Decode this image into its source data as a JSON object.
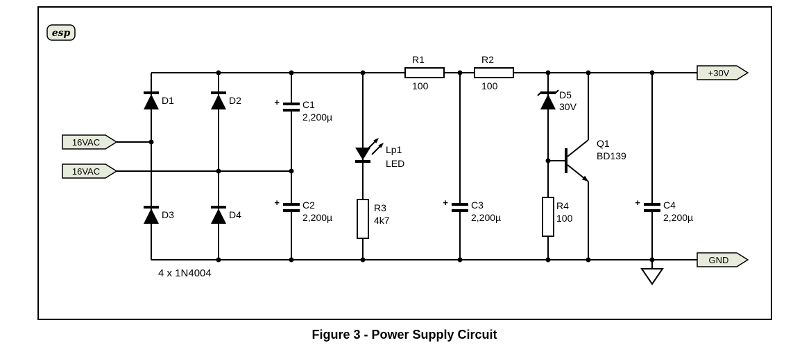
{
  "figure": {
    "caption": "Figure 3 - Power Supply Circuit",
    "note": "4 x 1N4004",
    "logo": "esp",
    "polarity_mark": "+"
  },
  "connectors": {
    "ac_in_1": "16VAC",
    "ac_in_2": "16VAC",
    "v_out": "+30V",
    "gnd": "GND"
  },
  "components": {
    "d1": {
      "ref": "D1"
    },
    "d2": {
      "ref": "D2"
    },
    "d3": {
      "ref": "D3"
    },
    "d4": {
      "ref": "D4"
    },
    "d5": {
      "ref": "D5",
      "value": "30V"
    },
    "lp1": {
      "ref": "Lp1",
      "value": "LED"
    },
    "q1": {
      "ref": "Q1",
      "value": "BD139"
    },
    "c1": {
      "ref": "C1",
      "value": "2,200µ"
    },
    "c2": {
      "ref": "C2",
      "value": "2,200µ"
    },
    "c3": {
      "ref": "C3",
      "value": "2,200µ"
    },
    "c4": {
      "ref": "C4",
      "value": "2,200µ"
    },
    "r1": {
      "ref": "R1",
      "value": "100"
    },
    "r2": {
      "ref": "R2",
      "value": "100"
    },
    "r3": {
      "ref": "R3",
      "value": "4k7"
    },
    "r4": {
      "ref": "R4",
      "value": "100"
    }
  },
  "colors": {
    "wire": "#000000",
    "tag_fill": "#e7ebdb",
    "background": "#ffffff"
  }
}
